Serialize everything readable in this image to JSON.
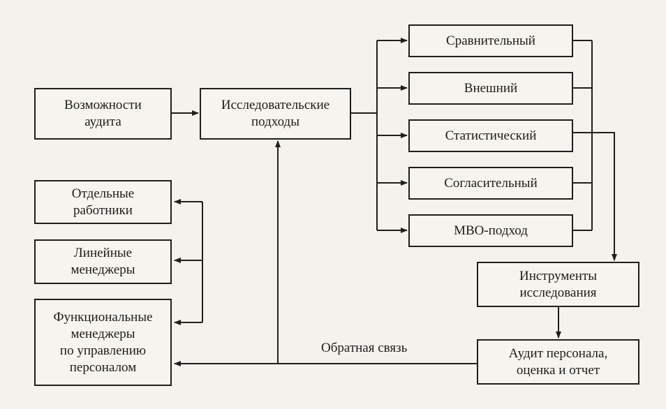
{
  "diagram": {
    "nodes": {
      "audit_capabilities": "Возможности\nаудита",
      "research_approaches": "Исследовательские\nподходы",
      "comparative": "Сравнительный",
      "external": "Внешний",
      "statistical": "Статистический",
      "consensual": "Согласительный",
      "mbo": "МВО-подход",
      "individual_workers": "Отдельные\nработники",
      "line_managers": "Линейные\nменеджеры",
      "functional_managers": "Функциональные\nменеджеры\nпо управлению\nперсоналом",
      "research_tools": "Инструменты\nисследования",
      "personnel_audit": "Аудит персонала,\nоценка и отчет"
    },
    "feedback_label": "Обратная связь"
  }
}
